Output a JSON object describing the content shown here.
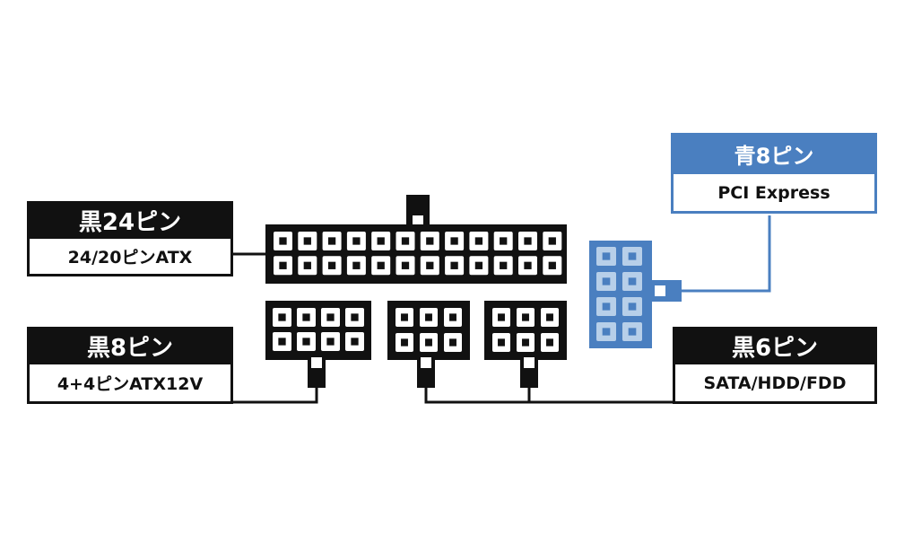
{
  "colors": {
    "black": "#111111",
    "blue": "#4a7fc0",
    "pin_blue": "#b7cfe9"
  },
  "labels": {
    "atx24": {
      "title": "黒24ピン",
      "subtitle": "24/20ピンATX"
    },
    "atx12v": {
      "title": "黒8ピン",
      "subtitle": "4+4ピンATX12V"
    },
    "pcie": {
      "title": "青8ピン",
      "subtitle": "PCI Express"
    },
    "sata": {
      "title": "黒6ピン",
      "subtitle": "SATA/HDD/FDD"
    }
  }
}
